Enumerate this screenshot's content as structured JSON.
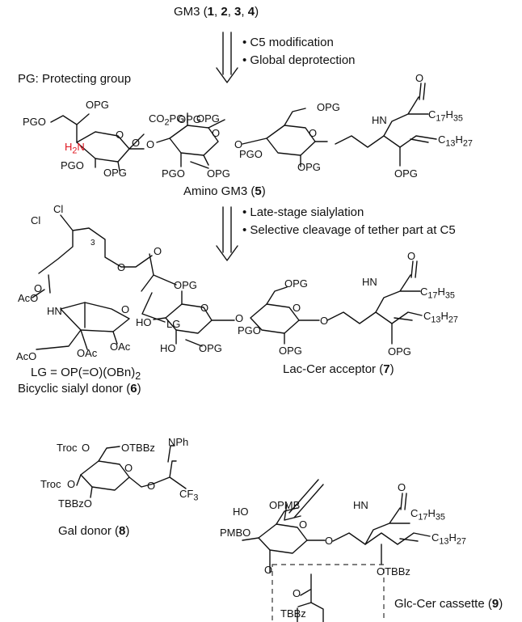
{
  "scheme": {
    "target": {
      "prefix": "GM3 (",
      "c1": "1",
      "c2": "2",
      "c3": "3",
      "c4": "4",
      "suffix": ")"
    },
    "pg_legend": "PG: Protecting group",
    "step1": [
      "• C5 modification",
      "• Global deprotection"
    ],
    "step2": [
      "• Late-stage sialylation",
      "• Selective cleavage of tether part at C5"
    ],
    "amino_gm3": {
      "label": "Amino GM3 (",
      "num": "5",
      "close": ")"
    },
    "donor6": {
      "label": "Bicyclic sialyl donor (",
      "num": "6",
      "close": ")",
      "lg_def": "LG = OP(=O)(OBn)",
      "lg_sub": "2"
    },
    "acceptor7": {
      "label": "Lac-Cer acceptor (",
      "num": "7",
      "close": ")"
    },
    "donor8": {
      "label": "Gal donor (",
      "num": "8",
      "close": ")"
    },
    "cassette9": {
      "label": "Glc-Cer cassette (",
      "num": "9",
      "close": ")"
    },
    "tbbz_label": "TBBz"
  },
  "atoms": {
    "m5": [
      "PGO",
      "OPG",
      "CO",
      "2",
      "PG",
      "OPG",
      "OPG",
      "O",
      "H",
      "2",
      "N",
      "PGO",
      "OPG",
      "O",
      "O",
      "O",
      "O",
      "PGO",
      "O",
      "PGO",
      "OPG",
      "OPG",
      "OPG",
      "HN",
      "C",
      "17",
      "H",
      "35",
      "O",
      "C",
      "13",
      "H",
      "27",
      "OPG"
    ],
    "m6": [
      "Cl",
      "Cl",
      "3",
      "O",
      "O",
      "O",
      "AcO",
      "HN",
      "O",
      "LG",
      "OAc",
      "AcO",
      "OAc"
    ],
    "m7": [
      "HO",
      "OPG",
      "O",
      "O",
      "OPG",
      "HO",
      "OPG",
      "PGO",
      "O",
      "O",
      "OPG",
      "HN",
      "C",
      "17",
      "H",
      "35",
      "O",
      "C",
      "13",
      "H",
      "27",
      "OPG"
    ],
    "m8": [
      "Troc",
      "O",
      "OTBBz",
      "Troc",
      "O",
      "O",
      "NPh",
      "TBBzO",
      "O",
      "CF",
      "3"
    ],
    "m9": [
      "HO",
      "OPMB",
      "O",
      "PMBO",
      "O",
      "O",
      "O",
      "HN",
      "C",
      "17",
      "H",
      "35",
      "O",
      "C",
      "13",
      "H",
      "27",
      "OTBBz"
    ]
  }
}
